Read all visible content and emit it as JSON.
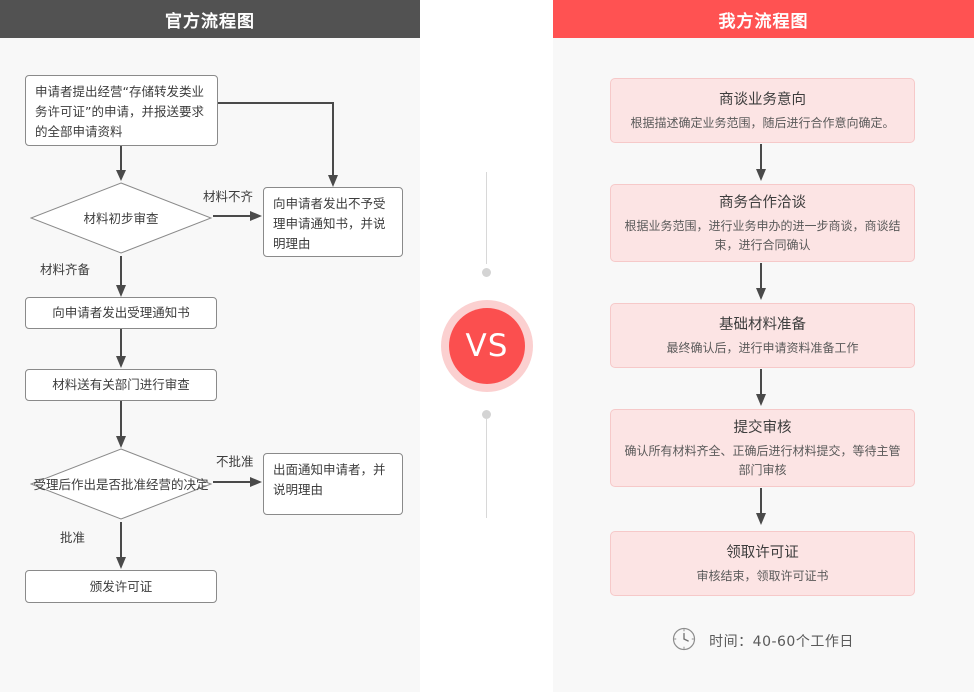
{
  "left_panel": {
    "header_title": "官方流程图",
    "header_color": "#525252",
    "background": "#f8f8f8",
    "nodes": [
      {
        "id": "n1",
        "type": "box",
        "text": "申请者提出经营“存储转发类业务许可证”的申请，并报送要求的全部申请资料"
      },
      {
        "id": "n2",
        "type": "diamond",
        "text": "材料初步审查"
      },
      {
        "id": "n3",
        "type": "box",
        "text": "向申请者发出不予受理申请通知书，并说明理由"
      },
      {
        "id": "n4",
        "type": "box",
        "text": "向申请者发出受理通知书"
      },
      {
        "id": "n5",
        "type": "box",
        "text": "材料送有关部门进行审查"
      },
      {
        "id": "n6",
        "type": "diamond",
        "text": "受理后作出是否批准经营的决定"
      },
      {
        "id": "n7",
        "type": "box",
        "text": "出面通知申请者，并说明理由"
      },
      {
        "id": "n8",
        "type": "box",
        "text": "颁发许可证"
      }
    ],
    "edge_labels": [
      {
        "id": "e1",
        "text": "材料不齐"
      },
      {
        "id": "e2",
        "text": "材料齐备"
      },
      {
        "id": "e3",
        "text": "不批准"
      },
      {
        "id": "e4",
        "text": "批准"
      }
    ]
  },
  "center": {
    "vs_label": "VS",
    "circle_color": "#fb4f4f",
    "ring_color": "#fbd0d0"
  },
  "right_panel": {
    "header_title": "我方流程图",
    "header_color": "#ff5252",
    "background": "#f8f8f8",
    "card_fill": "#fce4e4",
    "card_border": "#f6c9c9",
    "cards": [
      {
        "title": "商谈业务意向",
        "desc": "根据描述确定业务范围，随后进行合作意向确定。"
      },
      {
        "title": "商务合作洽谈",
        "desc": "根据业务范围，进行业务申办的进一步商谈，商谈结束，进行合同确认"
      },
      {
        "title": "基础材料准备",
        "desc": "最终确认后，进行申请资料准备工作"
      },
      {
        "title": "提交审核",
        "desc": "确认所有材料齐全、正确后进行材料提交，等待主管部门审核"
      },
      {
        "title": "领取许可证",
        "desc": "审核结束，领取许可证书"
      }
    ],
    "footer": {
      "icon": "clock-icon",
      "text": "时间：40-60个工作日"
    }
  }
}
